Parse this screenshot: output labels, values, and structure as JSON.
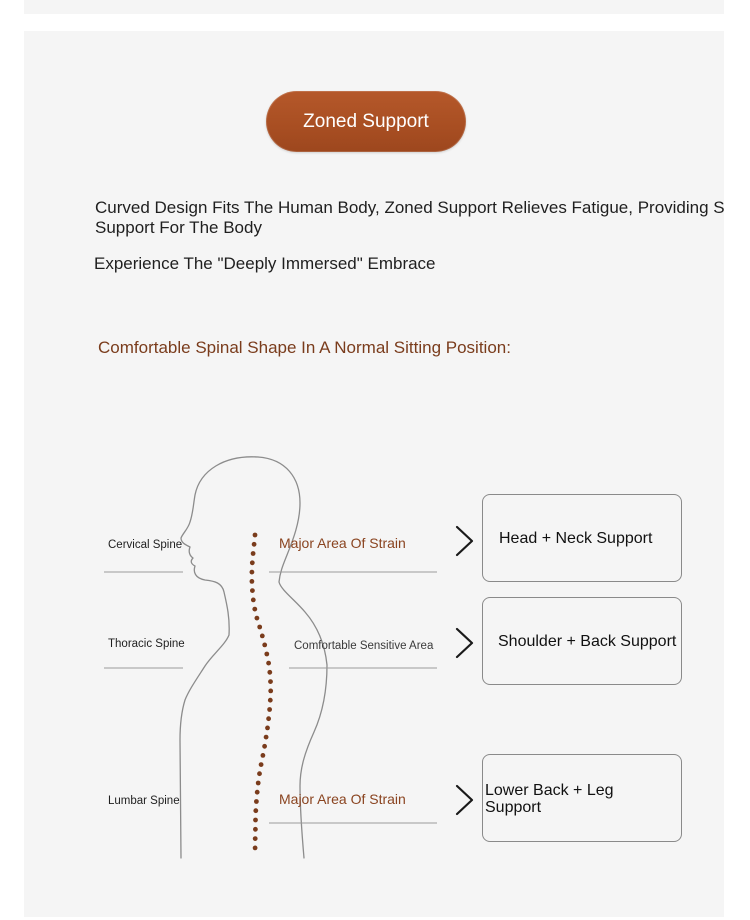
{
  "header_badge": "Zoned Support",
  "headline": {
    "line1": "Curved Design Fits The Human Body, Zoned Support Relieves Fatigue, Providing S",
    "line2": "Support For The Body"
  },
  "subline": "Experience The \"Deeply Immersed\" Embrace",
  "section_title": "Comfortable Spinal Shape In A Normal Sitting Position:",
  "diagram": {
    "spine_labels": {
      "cervical": "Cervical Spine",
      "thoracic": "Thoracic Spine",
      "lumbar": "Lumbar Spine"
    },
    "area_labels": {
      "upper": "Major Area Of Strain",
      "middle": "Comfortable Sensitive Area",
      "lower": "Major Area Of Strain"
    },
    "supports": {
      "head": "Head + Neck Support",
      "shoulder": "Shoulder + Back Support",
      "lower_line1": "Lower Back + Leg",
      "lower_line2": "Support"
    },
    "colors": {
      "accent": "#a84e22",
      "strain_text": "#8a4420",
      "spine_dots": "#7a3c1c"
    }
  }
}
